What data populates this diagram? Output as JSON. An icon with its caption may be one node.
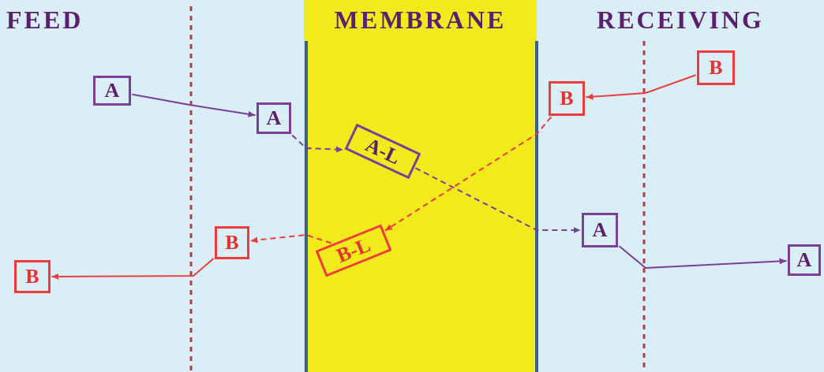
{
  "diagram": {
    "nodes": [
      {
        "text": [
          "FEED"
        ]
      },
      {
        "text": [
          "MEMBRANE"
        ]
      },
      {
        "text": [
          "RECEIVING"
        ]
      },
      {
        "text": [
          "A"
        ],
        "in": 0
      },
      {
        "text": [
          "A"
        ],
        "in": 0
      },
      {
        "text": [
          "A-L"
        ],
        "in": 1
      },
      {
        "text": [
          "B-L"
        ],
        "in": 1
      },
      {
        "text": [
          "B"
        ],
        "in": 0
      },
      {
        "text": [
          "B"
        ],
        "in": 0
      },
      {
        "text": [
          "B"
        ],
        "in": 2
      },
      {
        "text": [
          "B"
        ],
        "in": 2
      },
      {
        "text": [
          "A"
        ],
        "in": 2
      },
      {
        "text": [
          "A"
        ],
        "in": 2
      }
    ],
    "edges": [
      {
        "from": 3,
        "to": 4,
        "arrow": "to"
      },
      {
        "from": 4,
        "to": 5,
        "arrow": "to",
        "style": "dashed"
      },
      {
        "from": 5,
        "to": 11,
        "arrow": "to",
        "style": "dashed"
      },
      {
        "from": 11,
        "to": 12,
        "arrow": "to"
      },
      {
        "from": 9,
        "to": 10,
        "arrow": "to",
        "color": "#ee3b3b"
      },
      {
        "from": 10,
        "to": 6,
        "arrow": "to",
        "style": "dashed",
        "color": "#ee3b3b"
      },
      {
        "from": 6,
        "to": 7,
        "arrow": "to",
        "style": "dashed",
        "color": "#ee3b3b"
      },
      {
        "from": 7,
        "to": 8,
        "arrow": "to",
        "color": "#ee3b3b"
      }
    ]
  }
}
